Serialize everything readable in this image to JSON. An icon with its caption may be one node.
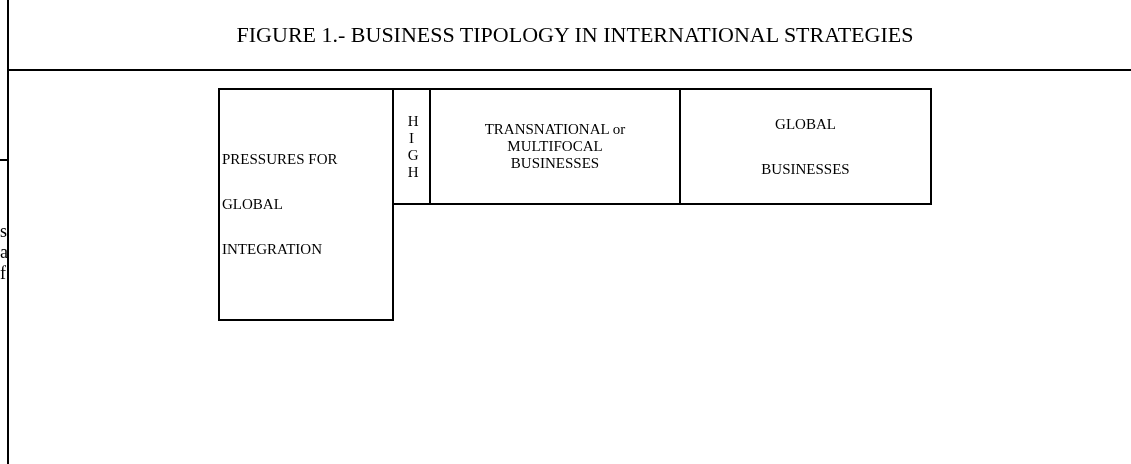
{
  "diagram": {
    "title": "FIGURE 1.-  BUSINESS TIPOLOGY IN INTERNATIONAL STRATEGIES",
    "nodes": [
      {
        "text": [
          "PRESSURES FOR GLOBAL INTEGRATION"
        ]
      },
      {
        "text": [
          "HIGH"
        ]
      },
      {
        "text": [
          "TRANSNATIONAL or MULTIFOCAL BUSINESSES"
        ]
      },
      {
        "text": [
          "GLOBAL BUSINESSES"
        ]
      }
    ],
    "labels": [
      "s",
      "a",
      "f"
    ]
  }
}
